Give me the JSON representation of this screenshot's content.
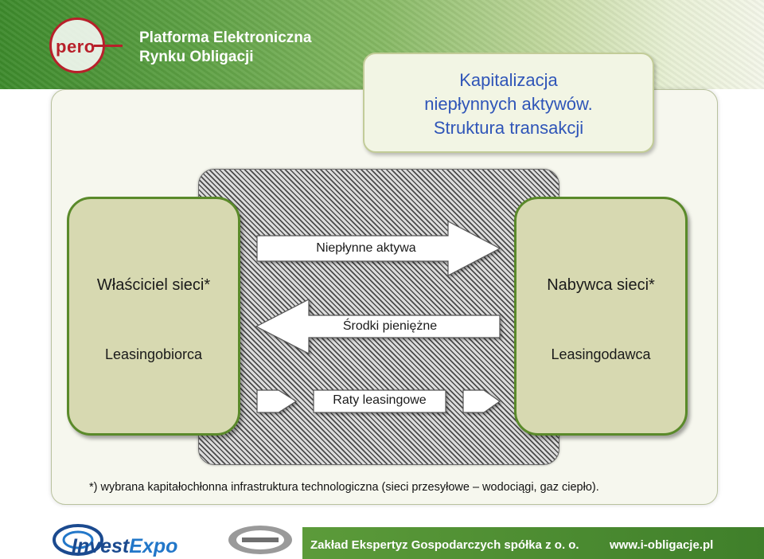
{
  "header": {
    "logo_text": "pero",
    "brand_line1": "Platforma Elektroniczna",
    "brand_line2": "Rynku Obligacji"
  },
  "title": {
    "line1": "Kapitalizacja",
    "line2": "niepłynnych aktywów.",
    "line3": "Struktura transakcji"
  },
  "left_party": {
    "name": "Właściciel sieci*",
    "role": "Leasingobiorca"
  },
  "right_party": {
    "name": "Nabywca sieci*",
    "role": "Leasingodawca"
  },
  "flows": {
    "assets": "Niepłynne aktywa",
    "cash": "Środki pieniężne",
    "lease_payments": "Raty leasingowe"
  },
  "footnote": "*) wybrana kapitałochłonna infrastruktura technologiczna (sieci przesyłowe – wodociągi, gaz ciepło).",
  "footer": {
    "investexpo_a": "Invest",
    "investexpo_b": "Expo",
    "company": "Zakład Ekspertyz Gospodarczych spółka z o. o.",
    "url": "www.i-obligacje.pl"
  },
  "colors": {
    "title_blue": "#2f55b8",
    "party_fill": "#d7d9b1",
    "party_border": "#5a8a2a",
    "header_green": "#3d8a2c"
  }
}
